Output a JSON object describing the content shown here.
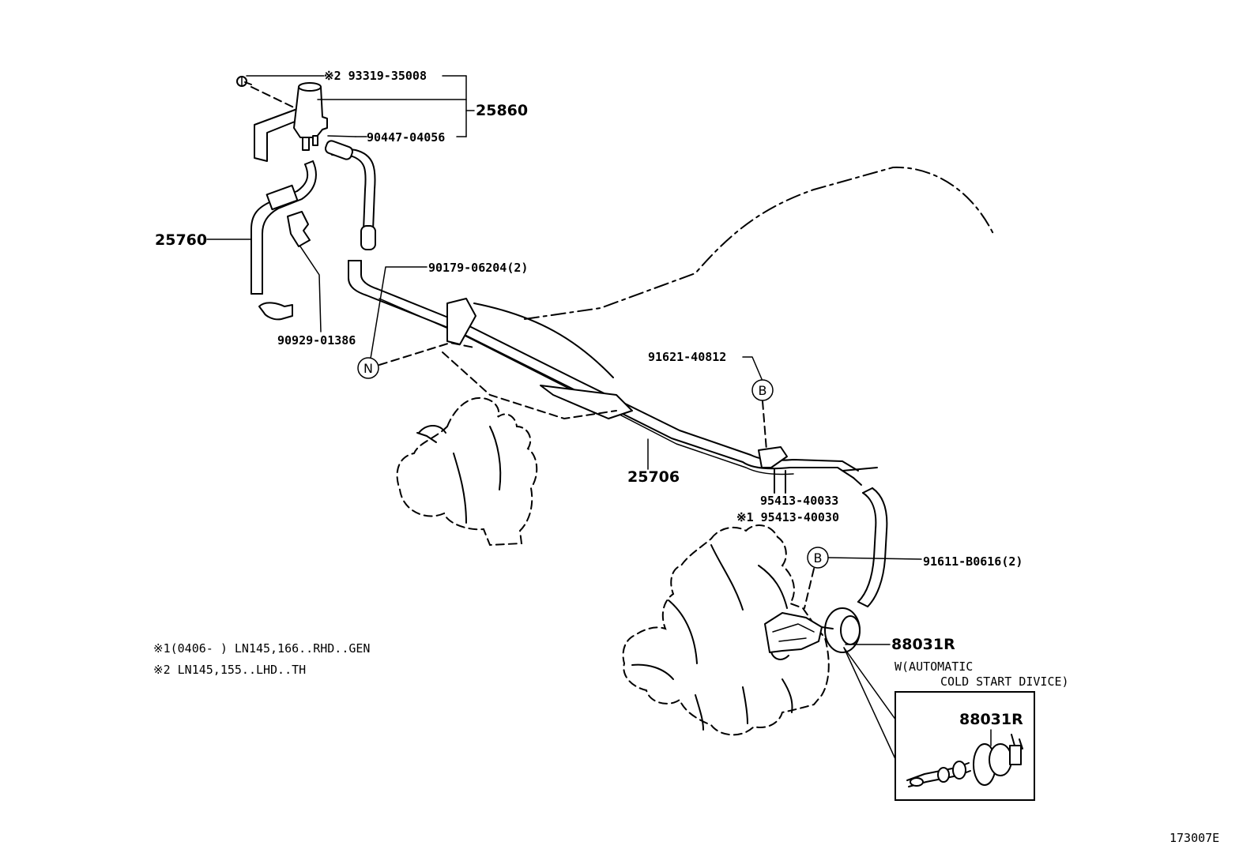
{
  "labels": {
    "p93319": "※2 93319-35008",
    "p25860": "25860",
    "p90447": "90447-04056",
    "p25760": "25760",
    "p90179": "90179-06204(2)",
    "p90929": "90929-01386",
    "p91621": "91621-40812",
    "p25706": "25706",
    "p95413a": "95413-40033",
    "p95413b": "※1 95413-40030",
    "p91611": "91611-B0616(2)",
    "p88031a": "88031R",
    "p88031b": "88031R",
    "wauto_1": "W(AUTOMATIC",
    "wauto_2": "COLD START DIVICE)",
    "circle_n": "N",
    "circle_b1": "B",
    "circle_b2": "B"
  },
  "notes": {
    "note1": "※1(0406-    ) LN145,166..RHD..GEN",
    "note2": "※2 LN145,155..LHD..TH"
  },
  "figure_code": "173007E"
}
